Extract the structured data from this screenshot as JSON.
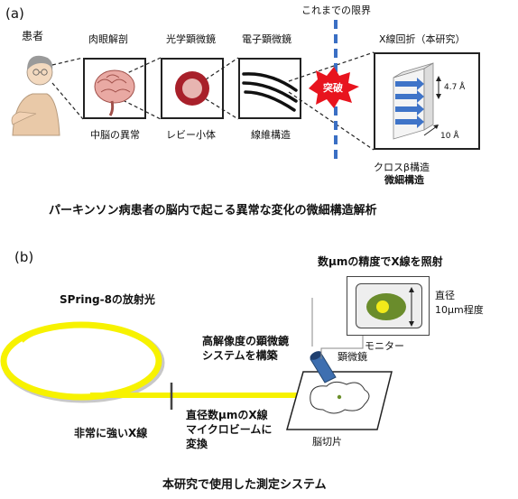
{
  "panel_a": {
    "tag": "(a)",
    "patient_label": "患者",
    "naked_eye": {
      "title": "肉眼解剖",
      "caption": "中脳の異常"
    },
    "optical": {
      "title": "光学顕微鏡",
      "caption": "レビー小体"
    },
    "electron": {
      "title": "電子顕微鏡",
      "caption": "線維構造"
    },
    "limit_label": "これまでの限界",
    "breakthrough_label": "突破",
    "xray": {
      "title": "X線回折（本研究）",
      "spacing_a": "4.7 Å",
      "spacing_b": "10 Å",
      "caption_line1": "クロスβ構造",
      "caption_line2": "微細構造"
    },
    "caption": "パーキンソン病患者の脳内で起こる異常な変化の微細構造解析"
  },
  "panel_b": {
    "tag": "(b)",
    "spring8_label": "SPring-8の放射光",
    "monitor_title": "数μmの精度でX線を照射",
    "diameter_line1": "直径",
    "diameter_line2": "10μm程度",
    "monitor_label": "モニター",
    "hires_line1": "高解像度の顕微鏡",
    "hires_line2": "システムを構築",
    "microscope_label": "顕微鏡",
    "strong_xray_label": "非常に強いX線",
    "beam_line1": "直径数μmのX線",
    "beam_line2": "マイクロビームに",
    "beam_line3": "変換",
    "brain_slice_label": "脳切片",
    "caption": "本研究で使用した測定システム"
  },
  "colors": {
    "limit_line": "#3a6fc4",
    "burst": "#e8141e",
    "arrow_blue": "#3f74c8",
    "beam_yellow": "#f7f200",
    "ring_gray": "#c8c8c8",
    "microscope_blue": "#3e6fb0",
    "ring_red": "#a8202a"
  }
}
